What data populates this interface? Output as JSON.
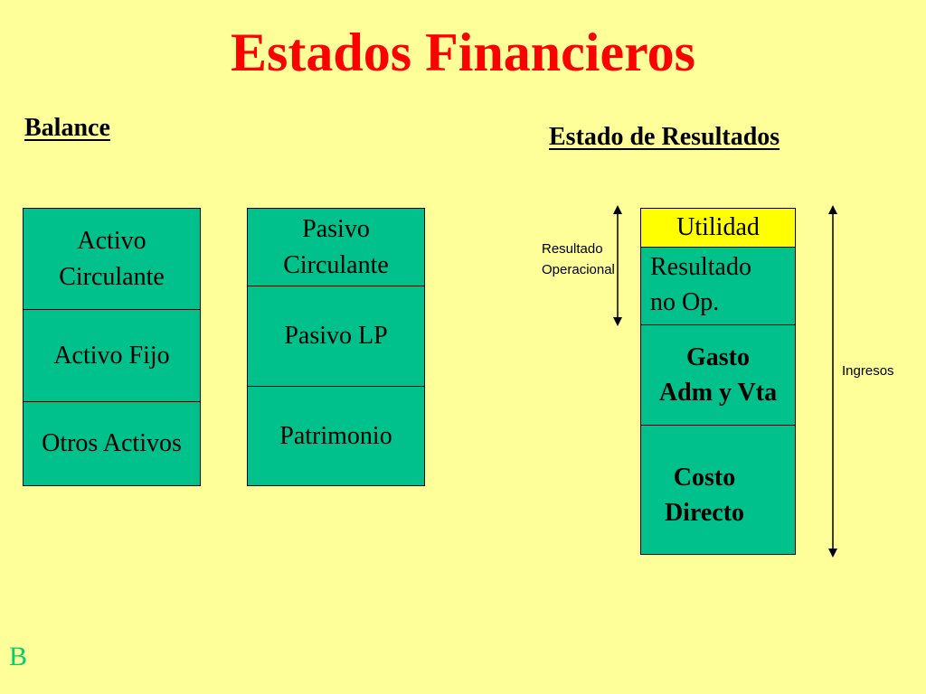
{
  "title": "Estados Financieros",
  "balance": {
    "heading": "Balance",
    "assets": [
      {
        "lines": [
          "Activo",
          "Circulante"
        ]
      },
      {
        "lines": [
          "Activo Fijo"
        ]
      },
      {
        "lines": [
          "Otros Activos"
        ]
      }
    ],
    "liabilities": [
      {
        "lines": [
          "Pasivo",
          "Circulante"
        ]
      },
      {
        "lines": [
          "Pasivo LP"
        ]
      },
      {
        "lines": [
          "Patrimonio"
        ]
      }
    ]
  },
  "income_statement": {
    "heading": "Estado de Resultados",
    "utilidad": "Utilidad",
    "resultado_no_op": [
      "Resultado",
      "no Op."
    ],
    "gasto": [
      "Gasto",
      "Adm y Vta"
    ],
    "costo": [
      "Costo",
      "Directo"
    ],
    "resultado_operacional": [
      "Resultado",
      "Operacional"
    ],
    "ingresos": "Ingresos"
  },
  "corner_letter": "B",
  "colors": {
    "background": "#ffff99",
    "title": "#ff0000",
    "box_fill": "#00c08b",
    "utilidad_fill": "#ffff00",
    "corner_letter": "#00d070"
  }
}
